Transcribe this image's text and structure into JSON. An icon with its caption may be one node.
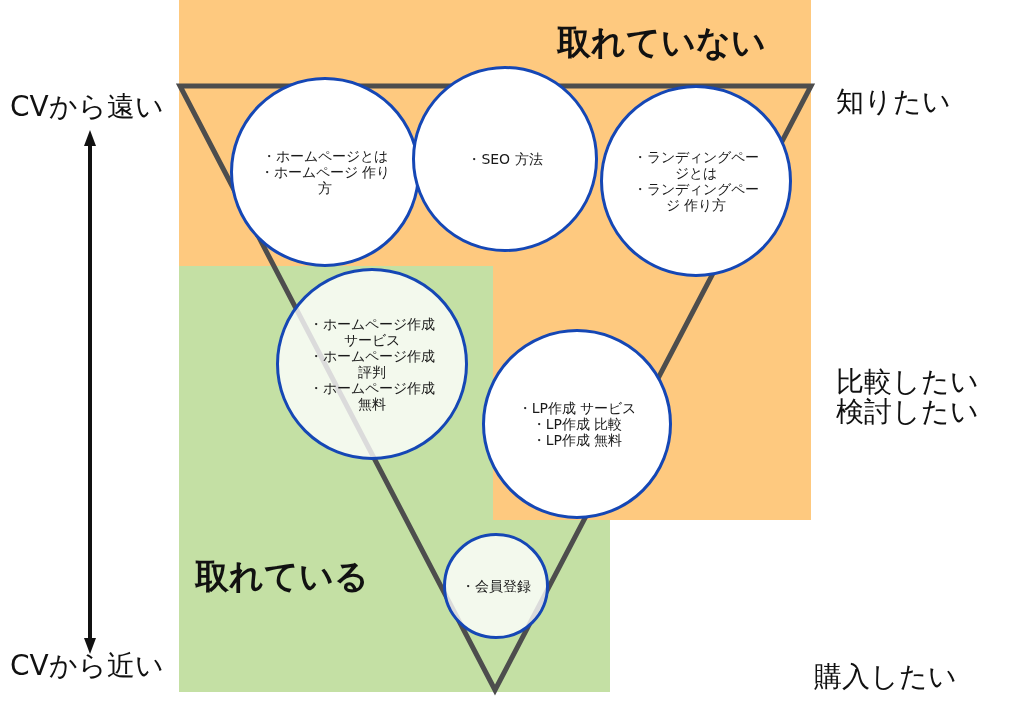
{
  "diagram": {
    "nodes": [
      {
        "text": [
          "取れていない"
        ]
      },
      {
        "text": [
          "・ホームページとは",
          "・ホームページ 作り方"
        ],
        "in": 0
      },
      {
        "text": [
          "・SEO 方法"
        ],
        "in": 0
      },
      {
        "text": [
          "・ランディングページとは",
          "・ランディングページ 作り方"
        ],
        "in": 0
      },
      {
        "text": [
          "取れている"
        ]
      },
      {
        "text": [
          "・ホームページ作成サービス",
          "・ホームページ作成評判",
          "・ホームページ作成無料"
        ]
      },
      {
        "text": [
          "・LP作成 サービス",
          "・LP作成 比較",
          "・LP作成 無料"
        ],
        "in": 0
      },
      {
        "text": [
          "・会員登録"
        ],
        "in": 4
      }
    ],
    "labels": [
      "CVから遠い",
      "知りたい",
      "比較したい",
      "検討したい",
      "CVから近い",
      "購入したい"
    ]
  }
}
